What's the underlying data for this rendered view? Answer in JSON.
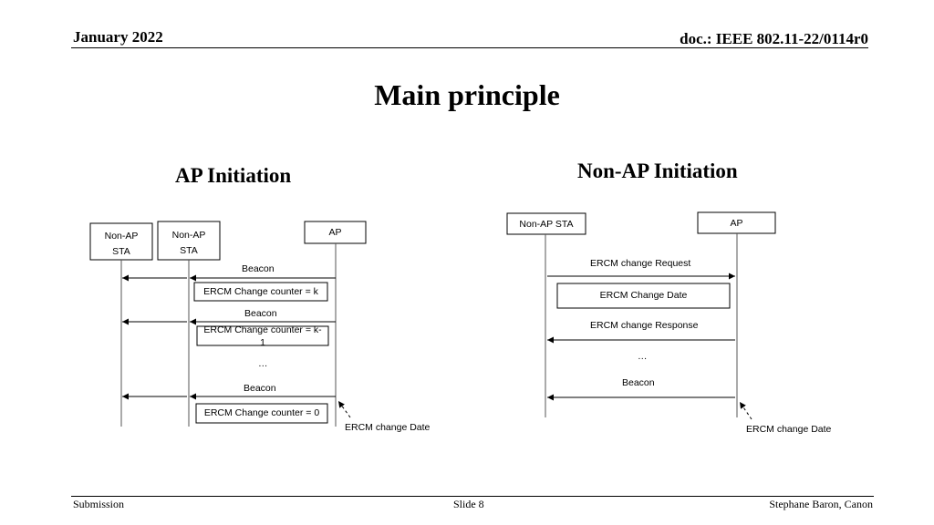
{
  "header": {
    "date": "January 2022",
    "doc_id": "doc.: IEEE 802.11-22/0114r0"
  },
  "title": "Main principle",
  "left": {
    "heading": "AP Initiation",
    "entity1_line1": "Non-AP",
    "entity1_line2": "STA",
    "entity2_line1": "Non-AP",
    "entity2_line2": "STA",
    "entity3": "AP",
    "beacon1": "Beacon",
    "counter1": "ERCM Change counter = k",
    "beacon2": "Beacon",
    "counter2_line1": "ERCM Change counter = k-",
    "counter2_line2": "1",
    "ellipsis": "…",
    "beacon3": "Beacon",
    "counter3": "ERCM Change counter = 0",
    "change_date": "ERCM change Date"
  },
  "right": {
    "heading": "Non-AP Initiation",
    "entity1": "Non-AP STA",
    "entity2": "AP",
    "request": "ERCM change Request",
    "change_date_box": "ERCM Change Date",
    "response": "ERCM change Response",
    "ellipsis": "…",
    "beacon": "Beacon",
    "change_date": "ERCM change Date"
  },
  "footer": {
    "left": "Submission",
    "center": "Slide 8",
    "right": "Stephane Baron, Canon"
  }
}
